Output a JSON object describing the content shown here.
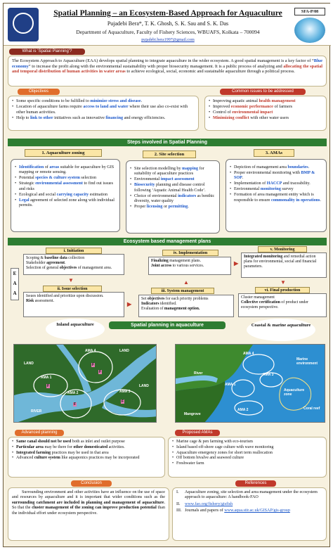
{
  "header": {
    "title": "Spatial Planning – an Ecosystem-Based Approach for Aquaculture",
    "authors": "Pujadebi Bera*, T. K. Ghosh, S. K. Sau and S. K. Das",
    "department": "Department of Aquaculture, Faculty of Fishery Sciences, WBUAFS, Kolkata – 700094",
    "email": "pujadebi.bera1997@gmail.com",
    "code": "SFA-P/08"
  },
  "what_is": {
    "label": "What is ‘Spatial Planning’?",
    "text_1": "The Ecosystem Approach to Aquaculture (EAA) develops spatial planning to integrate aquaculture in the wider ecosystem. A good spatial management is a key factor of “",
    "text_hl_1": "Blue economy",
    "text_2": "” to increase the profit along with the environmental sustainability with proper biosecurity management. It is a public process of analyzing and ",
    "text_hl_2": "allocating the spatial and temporal distribution of human activities in water areas",
    "text_3": " to achieve ecological, social, economic and sustainable aquaculture through a political process."
  },
  "objectives": {
    "label": "Objectives",
    "items": [
      {
        "a": "Some specific conditions to be fulfilled to ",
        "hl": "minimize stress and disease",
        "c": "."
      },
      {
        "a": "Location of aquaculture farms require ",
        "hl": "access to land and water",
        "c": " where their use also co-exist with other human activities."
      },
      {
        "a": "Help to ",
        "hl": "link to other",
        "c": " initiatives such as innovative ",
        "hl2": "financing",
        "d": " and energy efficiencies."
      }
    ]
  },
  "issues": {
    "label": "Common issues to be addressed",
    "items": [
      {
        "a": "Improving aquatic animal ",
        "hl": "health management"
      },
      {
        "a": "Improved ",
        "hl": "economic performance",
        "c": " of farmers"
      },
      {
        "a": "Control of ",
        "hl": "environmental impact"
      },
      {
        "a": "",
        "hl": "Minimizing conflict",
        "c": " with other water users"
      }
    ]
  },
  "steps": {
    "bar": "Steps involved in Spatial Planning",
    "s1": {
      "label": "1. Aquaculture zoning",
      "items": [
        {
          "hl": "Identification",
          "a": " of ",
          "hl2": "areas",
          "c": " suitable for aquaculture by GIS mapping or remote sensing."
        },
        {
          "a": "Potential ",
          "hl": "species & culture system",
          "c": " selection"
        },
        {
          "a": "Strategic ",
          "hl": "environmental assessment",
          "c": " to find out issues and risks"
        },
        {
          "a": "Ecological and social ",
          "hl": "carrying capacity",
          "c": " estimation"
        },
        {
          "hl": "Legal",
          "a": " agreement of selected zone along with individual permits."
        }
      ]
    },
    "s2": {
      "label": "2. Site selection",
      "items": [
        {
          "a": "Site selection modelling by ",
          "hl": "mapping",
          "c": " for suitability of aquaculture practices"
        },
        {
          "a": "Environmental ",
          "hl": "impact assessment"
        },
        {
          "hl": "Biosecurity",
          "a": " planning and disease control following ‘Aquatic Animal Health Code’."
        },
        {
          "a": "Choice of environmental ",
          "hl": "indicators",
          "c": " as benthic diversity, water quality"
        },
        {
          "a": "Proper ",
          "hl": "licensing",
          "c": " or ",
          "hl2": "permitting",
          "d": "."
        }
      ]
    },
    "s3": {
      "label": "3. AMAs",
      "items": [
        {
          "a": "Depiction of management area ",
          "hl": "boundaries",
          "c": "."
        },
        {
          "a": "Proper environmental monitoring with ",
          "hl": "BMP & SOP",
          "c": "."
        },
        {
          "a": "Implementation of ",
          "hl": "HACCP",
          "c": " and traceability."
        },
        {
          "a": "Environmental ",
          "hl": "monitoring",
          "c": " survey"
        },
        {
          "a": "Formation of area management entity which is responsible to ensure ",
          "hl": "commonality in operations",
          "c": "."
        }
      ]
    }
  },
  "eba": {
    "bar": "Ecosystem based management plans",
    "eaa_letters": [
      "E",
      "A",
      "A"
    ],
    "p1": {
      "label": "i. Initiation",
      "lines": [
        {
          "a": "Scoping & ",
          "b": "baseline data",
          "c": " collection"
        },
        {
          "a": "Stakeholder ",
          "b": "agreement",
          "c": "."
        },
        {
          "a": "Selection of general ",
          "b": "objectives",
          "c": " of management area."
        }
      ]
    },
    "p2": {
      "label": "ii. Issue selection",
      "lines": [
        {
          "a": "Issues identified and prioritize upon discussion."
        },
        {
          "b": "Risk",
          "c": " assessment."
        }
      ]
    },
    "p3": {
      "label": "iii. System management",
      "lines": [
        {
          "a": "Set ",
          "b": "objectives",
          "c": " for each priority problems"
        },
        {
          "b": "Indicators",
          "c": " identified."
        },
        {
          "a": "Evaluation of ",
          "b": "management option."
        }
      ]
    },
    "p4": {
      "label": "iv. Implementation",
      "lines": [
        {
          "b": "Finalizing",
          "c": " management plans."
        },
        {
          "b": "Joint access",
          "c": " to various services."
        }
      ]
    },
    "p5": {
      "label": "v. Monitoring",
      "lines": [
        {
          "b": "Integrated monitoring",
          "c": " and remedial action plans for environmental, social and financial parameters."
        }
      ]
    },
    "p6": {
      "label": "vi. Final production",
      "lines": [
        {
          "a": "Cluster management"
        },
        {
          "b": "Collective certification",
          "c": " of product under ecosystem perspective."
        }
      ]
    }
  },
  "spatial_plan": {
    "bar": "Spatial planning in aquaculture",
    "inland_label": "Inland aquaculture",
    "coastal_label": "Coastal & marine aquaculture",
    "inland_map": {
      "ama": [
        "AMA 4",
        "AMA 3",
        "AMA 1",
        "AMA 2"
      ],
      "land": [
        "LAND",
        "LAND",
        "LAND"
      ],
      "river": "RIVER",
      "farm_letter": "F"
    },
    "coastal_map": {
      "ama": [
        "AMA 4",
        "AMA 3",
        "AMA 1",
        "AMA 2"
      ],
      "river": "River",
      "mangrove": "Mangrove",
      "marine_env": "Marine environment",
      "aqua_zone": "Aquaculture zone",
      "coral": "Coral reef"
    }
  },
  "advanced": {
    "label": "Advanced planning",
    "items": [
      {
        "b": "Same canal should not be used",
        "c": " both as inlet and outlet purpose"
      },
      {
        "b": "Particular area",
        "c": " may be there for ",
        "b2": "other domesticated",
        "d": " activities."
      },
      {
        "b": "Integrated farming",
        "c": " practices may be used in that area"
      },
      {
        "a": "Advanced ",
        "b": "culture system",
        "c": " like aquaponics practices may be incorporated"
      }
    ]
  },
  "proposed": {
    "label": "Proposed AMAs",
    "items": [
      "Marine cage & pen farming with eco-tourism",
      "Island based off-shore cage culture with wave monitoring",
      "Aquaculture emergency zones for short term reallocation",
      "Off bottom bivalve and seaweed culture",
      "Freshwater farm"
    ]
  },
  "conclusion": {
    "label": "Conclusion",
    "a": "Surrounding environment and other activities have an influence on the use of space and resources by aquaculture and it is important that wider conditions such as the ",
    "b1": "surrounding catchment are included in planning and management of aquaculture",
    "c": ". So that the ",
    "b2": "cluster management of the zoning can improve production potential",
    "d": " than the individual effort under ecosystem perspective."
  },
  "references": {
    "label": "References",
    "items": [
      {
        "num": "I.",
        "text": "Aquaculture zoning, site selection and area management under the ecosystem approach to aquaculture: A handbook-FAO"
      },
      {
        "num": "II.",
        "link": "www.fao.org/fishery/gisfish"
      },
      {
        "num": "III.",
        "text": "Journals and papers of ",
        "link": "www.aqua.stir.ac.uk/GISAP/gis-group"
      }
    ]
  },
  "colors": {
    "accent_red": "#c0392b",
    "accent_orange": "#e06d2c",
    "bar_green": "#2e7d32",
    "link_blue": "#1a56c9"
  }
}
